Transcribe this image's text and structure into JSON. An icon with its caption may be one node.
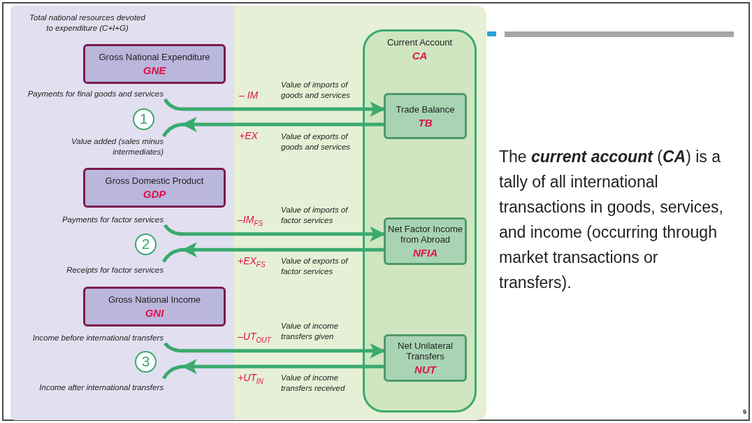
{
  "diagram": {
    "nodes": [
      {
        "text": [
          "Current Account",
          "CA"
        ]
      },
      {
        "text": [
          "Trade Balance",
          "TB"
        ],
        "in": 0
      },
      {
        "text": [
          "Net Factor Income from Abroad",
          "NFIA"
        ],
        "in": 0
      },
      {
        "text": [
          "Net Unilateral Transfers",
          "NUT"
        ],
        "in": 0
      },
      {
        "text": [
          "Gross National Expenditure",
          "GNE"
        ]
      },
      {
        "text": [
          "Payments for final goods and services"
        ]
      },
      {
        "text": [
          "1"
        ]
      },
      {
        "text": [
          "Value added (sales minus intermediates)"
        ]
      },
      {
        "text": [
          "Gross Domestic Product",
          "GDP"
        ]
      },
      {
        "text": [
          "Payments for factor services"
        ]
      },
      {
        "text": [
          "2"
        ]
      },
      {
        "text": [
          "Receipts for factor services"
        ]
      },
      {
        "text": [
          "Gross National Income",
          "GNI"
        ]
      },
      {
        "text": [
          "Income before international transfers"
        ]
      },
      {
        "text": [
          "3"
        ]
      },
      {
        "text": [
          "Income after international transfers"
        ]
      }
    ],
    "edges": [
      {
        "from": 5,
        "to": 1,
        "arrow": "to"
      },
      {
        "from": 1,
        "to": 7,
        "arrow": "to"
      },
      {
        "from": 9,
        "to": 2,
        "arrow": "to"
      },
      {
        "from": 2,
        "to": 11,
        "arrow": "to"
      },
      {
        "from": 13,
        "to": 3,
        "arrow": "to"
      },
      {
        "from": 3,
        "to": 15,
        "arrow": "to"
      }
    ],
    "labels": [
      "Total national resources devoted to expenditure (C+I+G)",
      "– IM",
      "Value of imports of goods and services",
      "+EX",
      "Value of exports of goods and services",
      "–IM$_{FS}$",
      "Value of imports of factor services",
      "+EX$_{FS}$",
      "Value of exports of factor services",
      "–UT$_{OUT}$",
      "Value of income transfers given",
      "+UT$_{IN}$",
      "Value of income transfers received",
      "The *current account* (*CA*) is a tally of all international transactions in goods, services, and income (occurring through market transactions or transfers).",
      "9"
    ]
  }
}
